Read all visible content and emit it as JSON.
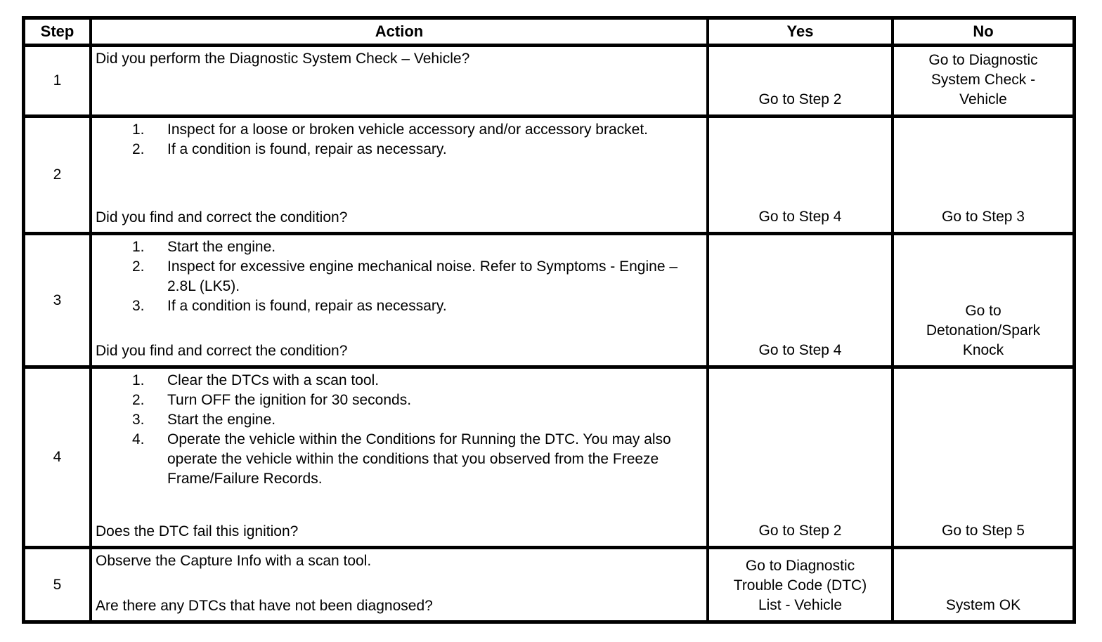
{
  "table": {
    "headers": {
      "step": "Step",
      "action": "Action",
      "yes": "Yes",
      "no": "No"
    },
    "rows": [
      {
        "step": "1",
        "intro": "Did you perform the Diagnostic System Check – Vehicle?",
        "yes": "Go to Step 2",
        "no": "Go to Diagnostic\nSystem Check -\nVehicle"
      },
      {
        "step": "2",
        "list": [
          {
            "num": "1.",
            "text": "Inspect for a loose or broken vehicle accessory and/or accessory bracket."
          },
          {
            "num": "2.",
            "text": "If a condition is found, repair as necessary."
          }
        ],
        "question": "Did you find and correct the condition?",
        "yes": "Go to Step 4",
        "no": "Go to Step 3"
      },
      {
        "step": "3",
        "list": [
          {
            "num": "1.",
            "text": "Start the engine."
          },
          {
            "num": "2.",
            "text": "Inspect for excessive engine mechanical noise. Refer to Symptoms - Engine – 2.8L (LK5)."
          },
          {
            "num": "3.",
            "text": "If a condition is found, repair as necessary."
          }
        ],
        "question": "Did you find and correct the condition?",
        "yes": "Go to Step 4",
        "no": "Go to\nDetonation/Spark\nKnock"
      },
      {
        "step": "4",
        "list": [
          {
            "num": "1.",
            "text": "Clear the DTCs with a scan tool."
          },
          {
            "num": "2.",
            "text": "Turn OFF the ignition for 30 seconds."
          },
          {
            "num": "3.",
            "text": "Start the engine."
          },
          {
            "num": "4.",
            "text": "Operate the vehicle within the Conditions for Running the DTC. You may also operate the vehicle within the conditions that you observed from the Freeze Frame/Failure Records."
          }
        ],
        "question": "Does the DTC fail this ignition?",
        "yes": "Go to Step 2",
        "no": "Go to Step 5"
      },
      {
        "step": "5",
        "intro": "Observe the Capture Info with a scan tool.",
        "question": "Are there any DTCs that have not been diagnosed?",
        "yes": "Go to Diagnostic\nTrouble Code (DTC)\nList - Vehicle",
        "no": "System OK"
      }
    ]
  }
}
